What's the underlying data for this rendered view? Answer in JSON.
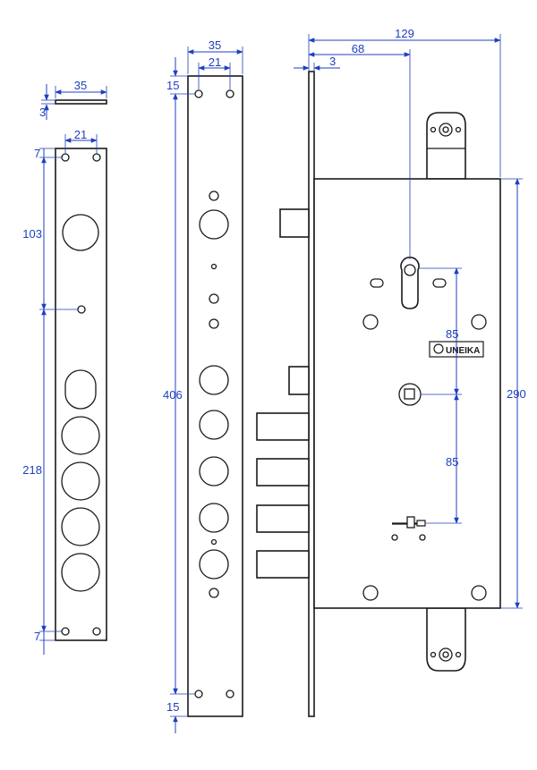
{
  "colors": {
    "line": "#1a1a1a",
    "dimension": "#1f3fbf",
    "background": "#ffffff"
  },
  "cover_plate": {
    "dims": {
      "width": "35",
      "thickness": "3",
      "holes_spacing": "21",
      "top_edge": "7",
      "upper": "103",
      "lower": "218",
      "bottom_edge": "7"
    }
  },
  "faceplate": {
    "dims": {
      "width": "35",
      "holes_spacing": "21",
      "top_edge": "15",
      "length": "406",
      "bottom_edge": "15"
    }
  },
  "lock_body": {
    "brand": "UNEIKA",
    "dims": {
      "overall": "129",
      "backset": "68",
      "plate": "3",
      "height": "290",
      "spacing_upper": "85",
      "spacing_lower": "85"
    }
  }
}
